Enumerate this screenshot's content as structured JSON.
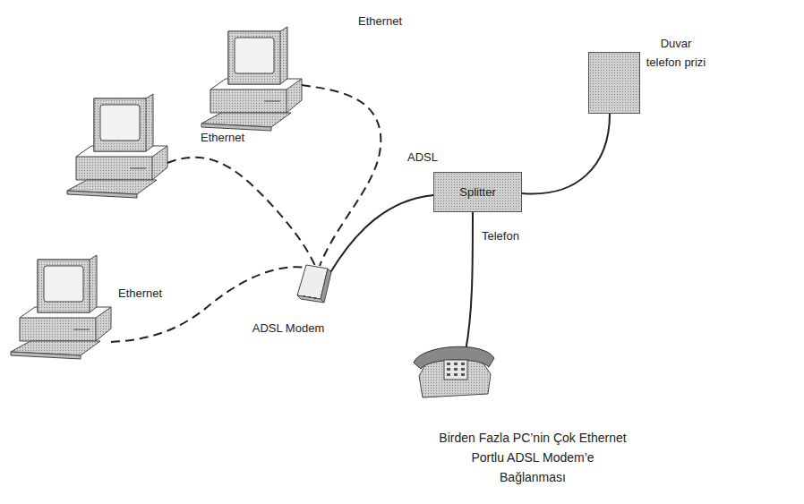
{
  "diagram": {
    "caption": "Birden Fazla PC’nin Çok Ethernet Portlu ADSL Modem’e Bağlanması",
    "nodes": [
      {
        "text": [
          "Duvar telefon prizi"
        ]
      },
      {
        "text": [
          "Splitter"
        ]
      },
      {
        "text": [
          "ADSL Modem"
        ]
      }
    ],
    "edges": [
      {
        "from": 1,
        "to": 0,
        "arrow": "none"
      },
      {
        "from": 1,
        "to": 2,
        "label": "ADSL",
        "arrow": "none"
      }
    ],
    "labels": [
      "Ethernet",
      "Ethernet",
      "Ethernet",
      "Telefon"
    ]
  }
}
